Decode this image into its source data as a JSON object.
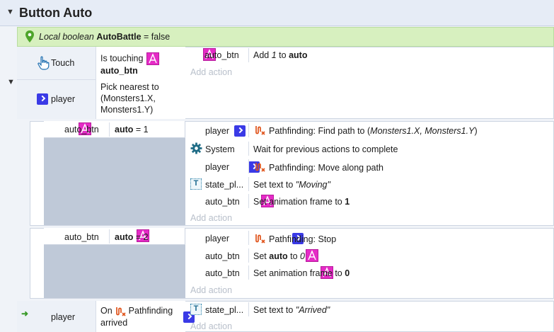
{
  "group": {
    "title": "Button Auto"
  },
  "variable": {
    "prefix": "Local boolean",
    "name": "AutoBattle",
    "rest": "= false"
  },
  "event1": {
    "cond1_object": "Touch",
    "cond1_text": "Is touching",
    "cond1_target": "auto_btn",
    "cond2_object": "player",
    "cond2_text": "Pick nearest to (Monsters1.X, Monsters1.Y)",
    "action1_object": "auto_btn",
    "action1_pre": "Add",
    "action1_num": "1",
    "action1_mid": "to",
    "action1_var": "auto",
    "add_action": "Add action"
  },
  "sub1": {
    "cond_object": "auto_btn",
    "cond_var": "auto",
    "cond_rest": "= 1",
    "actions": [
      {
        "object": "player",
        "text_pre": "Pathfinding: Find path to (",
        "text_ital": "Monsters1.X, Monsters1.Y",
        "text_post": ")"
      },
      {
        "object": "System",
        "text": "Wait for previous actions to complete"
      },
      {
        "object": "player",
        "text": "Pathfinding: Move along path"
      },
      {
        "object": "state_pl...",
        "text_pre": "Set text to ",
        "text_ital": "\"Moving\""
      },
      {
        "object": "auto_btn",
        "text_pre": "Set animation frame to ",
        "text_bold": "1"
      }
    ],
    "add_action": "Add action"
  },
  "sub2": {
    "cond_object": "auto_btn",
    "cond_var": "auto",
    "cond_rest": "= 2",
    "actions": [
      {
        "object": "player",
        "text": "Pathfinding: Stop"
      },
      {
        "object": "auto_btn",
        "text_pre": "Set ",
        "text_bold": "auto",
        "text_mid": " to ",
        "text_ital": "0"
      },
      {
        "object": "auto_btn",
        "text_pre": "Set animation frame to ",
        "text_bold": "0"
      }
    ],
    "add_action": "Add action"
  },
  "event2": {
    "cond_object": "player",
    "cond_text_pre": "On",
    "cond_text_post": "Pathfinding",
    "cond_text_line2": "arrived",
    "action_object": "state_pl...",
    "action_pre": "Set text to ",
    "action_ital": "\"Arrived\"",
    "add_action": "Add action"
  },
  "colors": {
    "object_magenta": "#e52bc6",
    "player_blue": "#3a3ae6",
    "var_green": "#d7f0bf",
    "sub_gray": "#bfc9d8"
  }
}
